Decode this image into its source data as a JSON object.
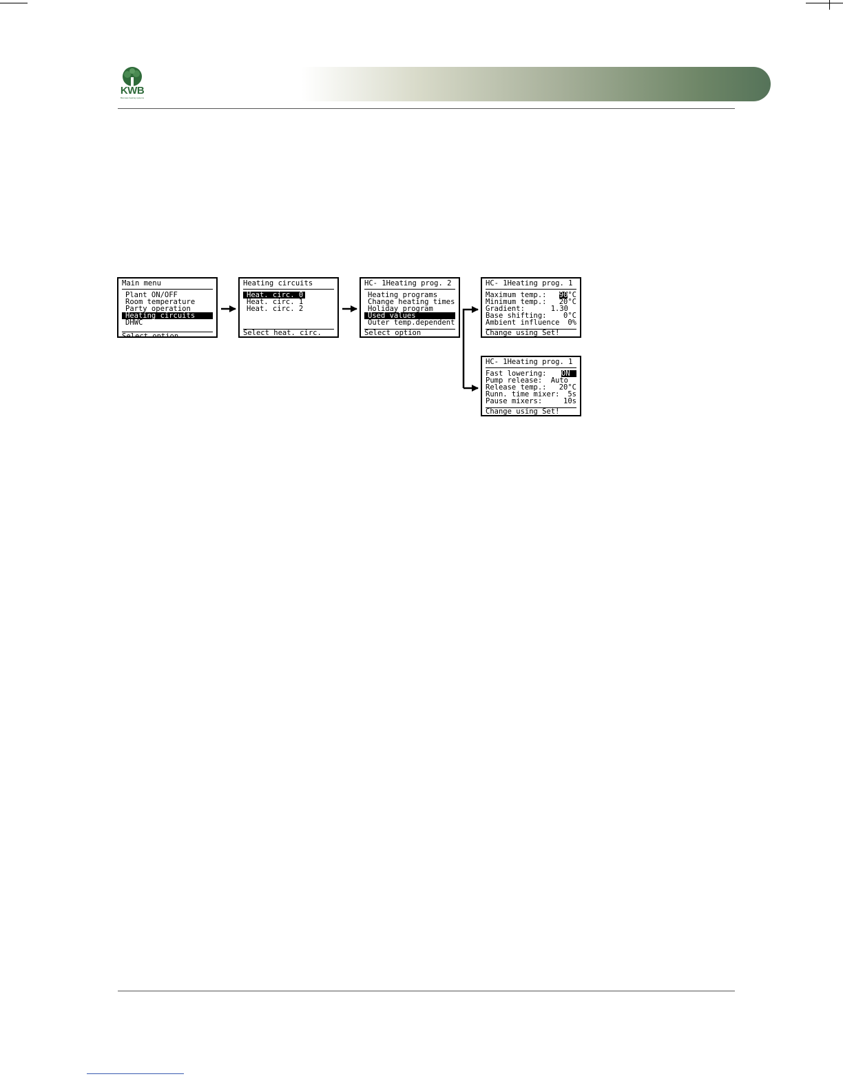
{
  "logo": {
    "text": "KWB",
    "tagline": "Biomass heating systems"
  },
  "screens": {
    "main_menu": {
      "title": "Main menu",
      "items": [
        "Plant ON/OFF",
        "Room temperature",
        "Party operation",
        "Heating circuits",
        "DHWC"
      ],
      "footer": "Select option"
    },
    "heating_circuits": {
      "title": "Heating circuits",
      "items": [
        "Heat. circ. 0",
        "Heat. circ. 1",
        "Heat. circ. 2"
      ],
      "footer": "Select heat. circ."
    },
    "hc_prog2": {
      "title": "HC- 1Heating prog. 2",
      "items": [
        "Heating programs",
        "Change heating times",
        "Holiday program",
        "Used values",
        "Outer temp.dependent"
      ],
      "footer": "Select option"
    },
    "values_1": {
      "title": "HC- 1Heating prog. 1",
      "rows": [
        {
          "label": "Maximum temp.:",
          "value": "90",
          "unit": "°C"
        },
        {
          "label": "Minimum temp.:",
          "value": "20",
          "unit": "°C"
        },
        {
          "label": "Gradient:",
          "value": "1.30",
          "unit": ""
        },
        {
          "label": "Base shifting:",
          "value": "0",
          "unit": "°C"
        },
        {
          "label": "Ambient influence",
          "value": "0%",
          "unit": ""
        }
      ],
      "footer": "Change using Set!"
    },
    "values_2": {
      "title": "HC- 1Heating prog. 1",
      "rows": [
        {
          "label": "Fast lowering:",
          "value": "ON"
        },
        {
          "label": "Pump release:",
          "value": "Auto"
        },
        {
          "label": "Release temp.:",
          "value": "20°C"
        },
        {
          "label": "Runn. time mixer:",
          "value": "5s"
        },
        {
          "label": "Pause mixers:",
          "value": "10s"
        }
      ],
      "footer": "Change using Set!"
    }
  }
}
